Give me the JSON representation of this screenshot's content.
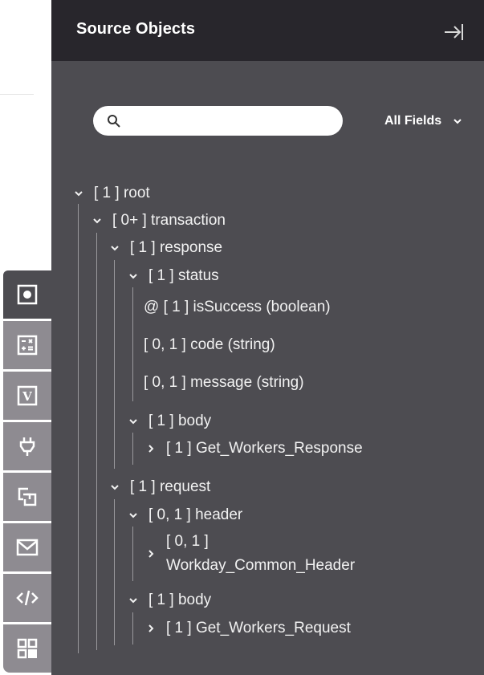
{
  "panel": {
    "title": "Source Objects",
    "collapse_icon": "collapse-right-icon"
  },
  "search": {
    "value": "",
    "placeholder": "",
    "icon": "search-icon"
  },
  "filter": {
    "selected": "All Fields",
    "icon": "chevron-down-icon"
  },
  "tree": [
    {
      "id": "root",
      "label": "[ 1 ] root",
      "depth": 0,
      "toggle": "expanded"
    },
    {
      "id": "transaction",
      "label": "[ 0+ ] transaction",
      "depth": 1,
      "toggle": "expanded"
    },
    {
      "id": "response",
      "label": "[ 1 ] response",
      "depth": 2,
      "toggle": "expanded"
    },
    {
      "id": "status",
      "label": "[ 1 ] status",
      "depth": 3,
      "toggle": "expanded"
    },
    {
      "id": "isSuccess",
      "label": "@ [ 1 ] isSuccess (boolean)",
      "depth": 4,
      "toggle": "none"
    },
    {
      "id": "code",
      "label": "[ 0, 1 ] code (string)",
      "depth": 4,
      "toggle": "none"
    },
    {
      "id": "message",
      "label": "[ 0, 1 ] message (string)",
      "depth": 4,
      "toggle": "none"
    },
    {
      "id": "response-body",
      "label": "[ 1 ] body",
      "depth": 3,
      "toggle": "expanded"
    },
    {
      "id": "get-workers-response",
      "label": "[ 1 ] Get_Workers_Response",
      "depth": 4,
      "toggle": "collapsed"
    },
    {
      "id": "request",
      "label": "[ 1 ] request",
      "depth": 2,
      "toggle": "expanded"
    },
    {
      "id": "header",
      "label": "[ 0, 1 ] header",
      "depth": 3,
      "toggle": "expanded"
    },
    {
      "id": "workday-common-header",
      "label": "[ 0, 1 ] Workday_Common_Header",
      "depth": 4,
      "toggle": "collapsed"
    },
    {
      "id": "request-body",
      "label": "[ 1 ] body",
      "depth": 3,
      "toggle": "expanded"
    },
    {
      "id": "get-workers-request",
      "label": "[ 1 ] Get_Workers_Request",
      "depth": 4,
      "toggle": "collapsed"
    }
  ],
  "toolbar": [
    {
      "name": "source-objects",
      "icon": "record-icon",
      "active": true
    },
    {
      "name": "calculator",
      "icon": "calculator-icon",
      "active": false
    },
    {
      "name": "variables",
      "icon": "variable-icon",
      "active": false
    },
    {
      "name": "connections",
      "icon": "plug-icon",
      "active": false
    },
    {
      "name": "mappings",
      "icon": "copy-link-icon",
      "active": false
    },
    {
      "name": "messages",
      "icon": "mail-icon",
      "active": false
    },
    {
      "name": "code",
      "icon": "code-icon",
      "active": false
    },
    {
      "name": "components",
      "icon": "grid-icon",
      "active": false
    }
  ],
  "colors": {
    "header_bg": "#28262c",
    "panel_bg": "#4d4c51",
    "toolbar_bg": "#8e8b91",
    "text": "#f2f2f2"
  }
}
